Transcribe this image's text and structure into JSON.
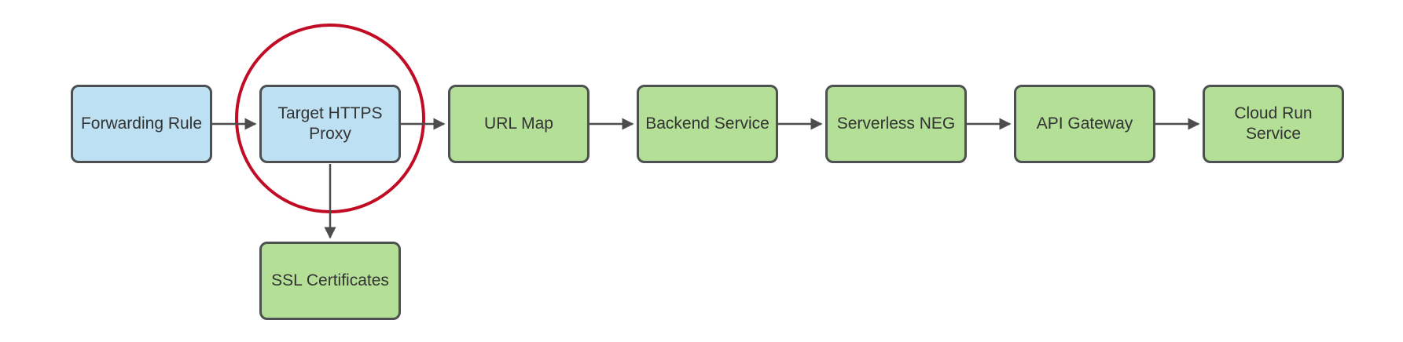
{
  "diagram": {
    "type": "flowchart",
    "background": "#ffffff",
    "nodes": [
      {
        "id": "forwarding-rule",
        "label": "Forwarding Rule",
        "fill": "#bde0f2",
        "shape": "rounded-rect",
        "highlighted": false
      },
      {
        "id": "target-https-proxy",
        "label": "Target HTTPS\nProxy",
        "fill": "#bde0f2",
        "shape": "rounded-rect",
        "highlighted": true
      },
      {
        "id": "url-map",
        "label": "URL Map",
        "fill": "#b3df96",
        "shape": "rounded-rect",
        "highlighted": false
      },
      {
        "id": "backend-service",
        "label": "Backend Service",
        "fill": "#b3df96",
        "shape": "rounded-rect",
        "highlighted": false
      },
      {
        "id": "serverless-neg",
        "label": "Serverless NEG",
        "fill": "#b3df96",
        "shape": "rounded-rect",
        "highlighted": false
      },
      {
        "id": "api-gateway",
        "label": "API Gateway",
        "fill": "#b3df96",
        "shape": "rounded-rect",
        "highlighted": false
      },
      {
        "id": "cloud-run-service",
        "label": "Cloud Run\nService",
        "fill": "#b3df96",
        "shape": "rounded-rect",
        "highlighted": false
      },
      {
        "id": "ssl-certificates",
        "label": "SSL Certificates",
        "fill": "#b3df96",
        "shape": "rounded-rect",
        "highlighted": false
      }
    ],
    "edges": [
      {
        "from": "forwarding-rule",
        "to": "target-https-proxy",
        "direction": "right"
      },
      {
        "from": "target-https-proxy",
        "to": "url-map",
        "direction": "right"
      },
      {
        "from": "url-map",
        "to": "backend-service",
        "direction": "right"
      },
      {
        "from": "backend-service",
        "to": "serverless-neg",
        "direction": "right"
      },
      {
        "from": "serverless-neg",
        "to": "api-gateway",
        "direction": "right"
      },
      {
        "from": "api-gateway",
        "to": "cloud-run-service",
        "direction": "right"
      },
      {
        "from": "target-https-proxy",
        "to": "ssl-certificates",
        "direction": "down"
      }
    ],
    "annotations": [
      {
        "type": "highlight-circle",
        "target": "target-https-proxy",
        "color": "#c00d25"
      }
    ],
    "colors": {
      "node_blue_fill": "#bde0f2",
      "node_green_fill": "#b3df96",
      "node_border": "#4d4f51",
      "arrow": "#4d4d4d",
      "highlight_circle": "#c00d25",
      "text": "#333333",
      "background": "#ffffff"
    }
  }
}
